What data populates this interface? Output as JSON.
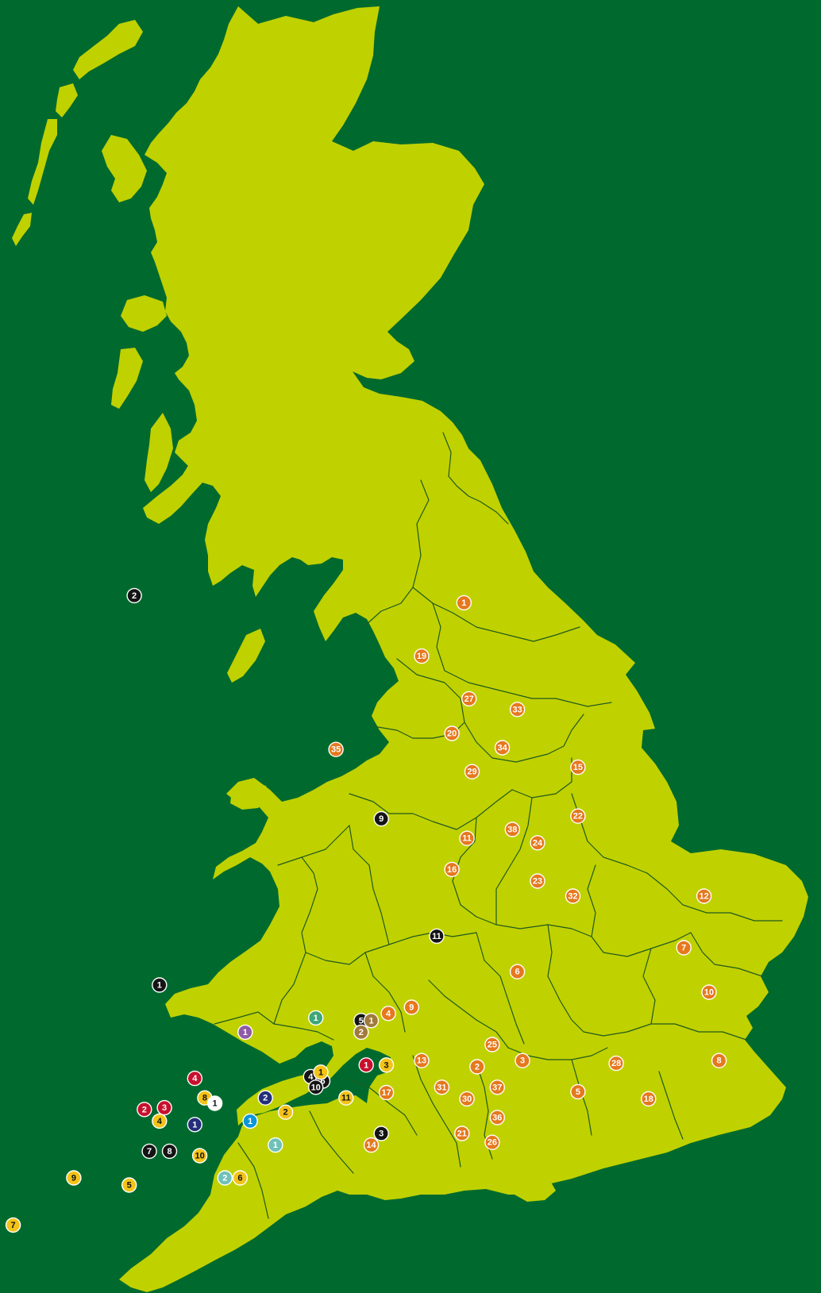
{
  "palette": {
    "sea": "#006a2e",
    "land": "#c0d100",
    "border": "#1f5a1f",
    "orange": "#e6781e",
    "black": "#141414",
    "yellow": "#f3c318",
    "red": "#c8102e",
    "navy": "#232f7a",
    "blue": "#0a96d8",
    "white": "#ffffff",
    "purple": "#8f5aa6",
    "teal": "#3ea679",
    "lightteal": "#6fc1b9",
    "brown": "#a07a3c"
  },
  "markers": [
    {
      "label": "1",
      "color": "orange",
      "lng": -1.58,
      "lat": 55.55
    },
    {
      "label": "19",
      "color": "orange",
      "lng": -2.0,
      "lat": 54.95
    },
    {
      "label": "27",
      "color": "orange",
      "lng": -1.53,
      "lat": 54.47
    },
    {
      "label": "33",
      "color": "orange",
      "lng": -1.05,
      "lat": 54.35
    },
    {
      "label": "20",
      "color": "orange",
      "lng": -1.7,
      "lat": 54.08
    },
    {
      "label": "34",
      "color": "orange",
      "lng": -1.2,
      "lat": 53.92
    },
    {
      "label": "15",
      "color": "orange",
      "lng": -0.45,
      "lat": 53.7
    },
    {
      "label": "29",
      "color": "orange",
      "lng": -1.5,
      "lat": 53.65
    },
    {
      "label": "35",
      "color": "orange",
      "lng": -2.85,
      "lat": 53.9
    },
    {
      "label": "22",
      "color": "orange",
      "lng": -0.45,
      "lat": 53.15
    },
    {
      "label": "38",
      "color": "orange",
      "lng": -1.1,
      "lat": 53.0
    },
    {
      "label": "11",
      "color": "orange",
      "lng": -1.55,
      "lat": 52.9
    },
    {
      "label": "24",
      "color": "orange",
      "lng": -0.85,
      "lat": 52.85
    },
    {
      "label": "16",
      "color": "orange",
      "lng": -1.7,
      "lat": 52.55
    },
    {
      "label": "23",
      "color": "orange",
      "lng": -0.85,
      "lat": 52.42
    },
    {
      "label": "32",
      "color": "orange",
      "lng": -0.5,
      "lat": 52.25
    },
    {
      "label": "12",
      "color": "orange",
      "lng": 0.8,
      "lat": 52.25
    },
    {
      "label": "7",
      "color": "orange",
      "lng": 0.6,
      "lat": 51.67
    },
    {
      "label": "6",
      "color": "orange",
      "lng": -1.05,
      "lat": 51.4
    },
    {
      "label": "10",
      "color": "orange",
      "lng": 0.85,
      "lat": 51.17
    },
    {
      "label": "9",
      "color": "orange",
      "lng": -2.1,
      "lat": 51.0
    },
    {
      "label": "4",
      "color": "orange",
      "lng": -2.33,
      "lat": 50.93
    },
    {
      "label": "25",
      "color": "orange",
      "lng": -1.3,
      "lat": 50.58
    },
    {
      "label": "13",
      "color": "orange",
      "lng": -2.0,
      "lat": 50.4
    },
    {
      "label": "3",
      "color": "orange",
      "lng": -1.0,
      "lat": 50.4
    },
    {
      "label": "2",
      "color": "orange",
      "lng": -1.45,
      "lat": 50.33
    },
    {
      "label": "28",
      "color": "orange",
      "lng": -0.07,
      "lat": 50.37
    },
    {
      "label": "8",
      "color": "orange",
      "lng": 0.95,
      "lat": 50.4
    },
    {
      "label": "37",
      "color": "orange",
      "lng": -1.25,
      "lat": 50.1
    },
    {
      "label": "17",
      "color": "orange",
      "lng": -2.35,
      "lat": 50.04
    },
    {
      "label": "31",
      "color": "orange",
      "lng": -1.8,
      "lat": 50.1
    },
    {
      "label": "30",
      "color": "orange",
      "lng": -1.55,
      "lat": 49.97
    },
    {
      "label": "5",
      "color": "orange",
      "lng": -0.45,
      "lat": 50.05
    },
    {
      "label": "18",
      "color": "orange",
      "lng": 0.25,
      "lat": 49.97
    },
    {
      "label": "36",
      "color": "orange",
      "lng": -1.25,
      "lat": 49.76
    },
    {
      "label": "21",
      "color": "orange",
      "lng": -1.6,
      "lat": 49.58
    },
    {
      "label": "26",
      "color": "orange",
      "lng": -1.3,
      "lat": 49.48
    },
    {
      "label": "14",
      "color": "orange",
      "lng": -2.5,
      "lat": 49.45
    },
    {
      "label": "2",
      "color": "black",
      "lng": -4.85,
      "lat": 55.63
    },
    {
      "label": "9",
      "color": "black",
      "lng": -2.4,
      "lat": 53.12
    },
    {
      "label": "11",
      "color": "black",
      "lng": -1.85,
      "lat": 51.8
    },
    {
      "label": "1",
      "color": "black",
      "lng": -4.6,
      "lat": 51.25
    },
    {
      "label": "5",
      "color": "black",
      "lng": -2.6,
      "lat": 50.85
    },
    {
      "label": "4",
      "color": "black",
      "lng": -3.1,
      "lat": 50.22
    },
    {
      "label": "6",
      "color": "black",
      "lng": -2.98,
      "lat": 50.17
    },
    {
      "label": "10",
      "color": "black",
      "lng": -3.05,
      "lat": 50.1
    },
    {
      "label": "3",
      "color": "black",
      "lng": -2.4,
      "lat": 49.58
    },
    {
      "label": "7",
      "color": "black",
      "lng": -4.7,
      "lat": 49.38
    },
    {
      "label": "8",
      "color": "black",
      "lng": -4.5,
      "lat": 49.38
    },
    {
      "label": "1",
      "color": "brown",
      "lng": -2.5,
      "lat": 50.85
    },
    {
      "label": "2",
      "color": "brown",
      "lng": -2.6,
      "lat": 50.72
    },
    {
      "label": "1",
      "color": "teal",
      "lng": -3.05,
      "lat": 50.88
    },
    {
      "label": "1",
      "color": "purple",
      "lng": -3.75,
      "lat": 50.72
    },
    {
      "label": "1",
      "color": "red",
      "lng": -2.55,
      "lat": 50.35
    },
    {
      "label": "3",
      "color": "yellow",
      "lng": -2.35,
      "lat": 50.35
    },
    {
      "label": "4",
      "color": "red",
      "lng": -4.25,
      "lat": 50.2
    },
    {
      "label": "1",
      "color": "yellow",
      "lng": -3.0,
      "lat": 50.27
    },
    {
      "label": "8",
      "color": "yellow",
      "lng": -4.15,
      "lat": 49.98
    },
    {
      "label": "1",
      "color": "white",
      "lng": -4.05,
      "lat": 49.92
    },
    {
      "label": "2",
      "color": "navy",
      "lng": -3.55,
      "lat": 49.98
    },
    {
      "label": "2",
      "color": "red",
      "lng": -4.75,
      "lat": 49.85
    },
    {
      "label": "3",
      "color": "red",
      "lng": -4.55,
      "lat": 49.87
    },
    {
      "label": "2",
      "color": "yellow",
      "lng": -3.35,
      "lat": 49.82
    },
    {
      "label": "11",
      "color": "yellow",
      "lng": -2.75,
      "lat": 49.98
    },
    {
      "label": "4",
      "color": "yellow",
      "lng": -4.6,
      "lat": 49.72
    },
    {
      "label": "1",
      "color": "navy",
      "lng": -4.25,
      "lat": 49.68
    },
    {
      "label": "1",
      "color": "blue",
      "lng": -3.7,
      "lat": 49.72
    },
    {
      "label": "1",
      "color": "lightteal",
      "lng": -3.45,
      "lat": 49.45
    },
    {
      "label": "10",
      "color": "yellow",
      "lng": -4.2,
      "lat": 49.33
    },
    {
      "label": "2",
      "color": "lightteal",
      "lng": -3.95,
      "lat": 49.08
    },
    {
      "label": "6",
      "color": "yellow",
      "lng": -3.8,
      "lat": 49.08
    },
    {
      "label": "9",
      "color": "yellow",
      "lng": -5.45,
      "lat": 49.08
    },
    {
      "label": "5",
      "color": "yellow",
      "lng": -4.9,
      "lat": 49.0
    },
    {
      "label": "7",
      "color": "yellow",
      "lng": -6.05,
      "lat": 48.55
    }
  ]
}
